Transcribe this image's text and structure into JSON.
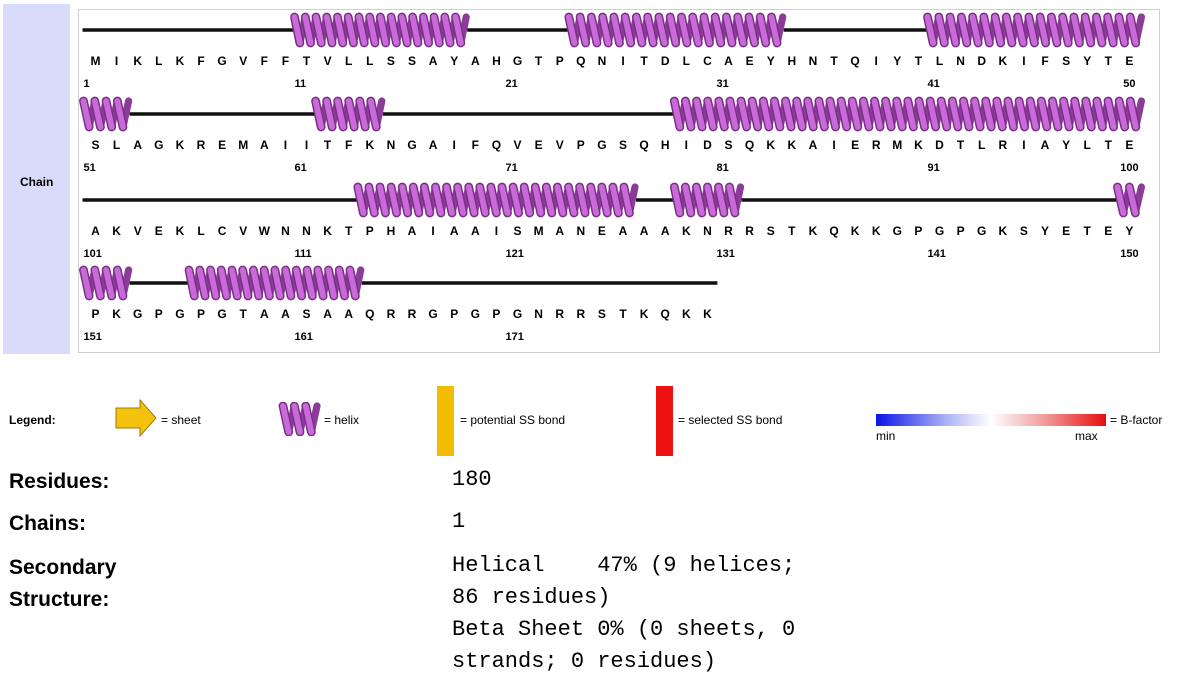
{
  "chain_label": "Chain",
  "rows": [
    {
      "residues": "MIKLKFGVFFTVLLSSAYAHGTPQNITDLCAEYHNTQIYTLNDKIFSYTE",
      "numbers": [
        "1",
        "11",
        "21",
        "31",
        "41",
        "50"
      ],
      "helices": [
        [
          11,
          18
        ],
        [
          24,
          33
        ],
        [
          41,
          50
        ]
      ]
    },
    {
      "residues": "SLAGKREMAIITFKNGAIFQVEVPGSQHIDSQKKAIERMKDTLRIAYLTE",
      "numbers": [
        "51",
        "61",
        "71",
        "81",
        "91",
        "100"
      ],
      "helices": [
        [
          51,
          52
        ],
        [
          62,
          64
        ],
        [
          79,
          100
        ]
      ]
    },
    {
      "residues": "AKVEKLCVWNNKTPHAIAAISMANEAAAKNRRSTKQKKGPGPGKSYETEY",
      "numbers": [
        "101",
        "111",
        "121",
        "131",
        "141",
        "150"
      ],
      "helices": [
        [
          114,
          126
        ],
        [
          129,
          131
        ],
        [
          150,
          150
        ]
      ]
    },
    {
      "residues": "PKGPGPGTAASAAQRRGPGPGNRRSTKQKK",
      "numbers": [
        "151",
        "161",
        "171"
      ],
      "helices": [
        [
          151,
          152
        ],
        [
          156,
          163
        ]
      ]
    }
  ],
  "legend": {
    "title": "Legend:",
    "sheet": "= sheet",
    "helix": "= helix",
    "potential_ss": "= potential SS bond",
    "selected_ss": "= selected SS bond",
    "bfactor": "= B-factor",
    "min": "min",
    "max": "max"
  },
  "info": {
    "residues_label": "Residues:",
    "residues_value": "180",
    "chains_label": "Chains:",
    "chains_value": "1",
    "secondary_label_1": "Secondary",
    "secondary_label_2": "Structure:",
    "secondary_lines": [
      "Helical    47% (9 helices;",
      "86 residues)",
      "Beta Sheet 0% (0 sheets, 0",
      "strands; 0 residues)"
    ]
  },
  "colors": {
    "helix": "#c86ad8",
    "helix_edge": "#7a2f86",
    "sidebar": "#d9dbfa",
    "potential_ss": "#f2bd00",
    "selected_ss": "#ee1111"
  }
}
